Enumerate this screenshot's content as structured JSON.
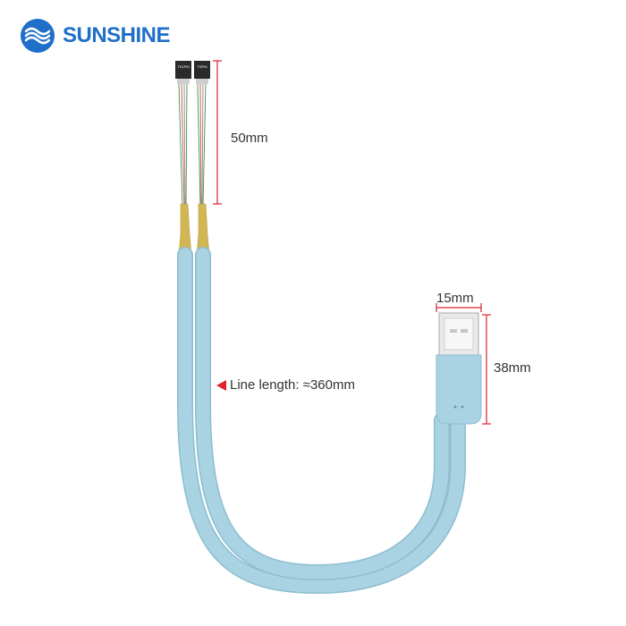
{
  "brand": {
    "name": "SUNSHINE",
    "logo_icon": "sunshine-wave-icon",
    "color": "#1f6fc8"
  },
  "dimensions": {
    "pin_length": "50mm",
    "usb_width": "15mm",
    "usb_length": "38mm",
    "line_length": "Line length: ≈360mm"
  },
  "connector_labels": {
    "left": "TS1PM",
    "right": "TSPM"
  },
  "colors": {
    "cable": "#a9d3e3",
    "cable_edge": "#8dbdd1",
    "sleeve": "#d2b653",
    "dimension_line": "#d9232e",
    "arrow": "#e0232b",
    "text": "#333333"
  }
}
